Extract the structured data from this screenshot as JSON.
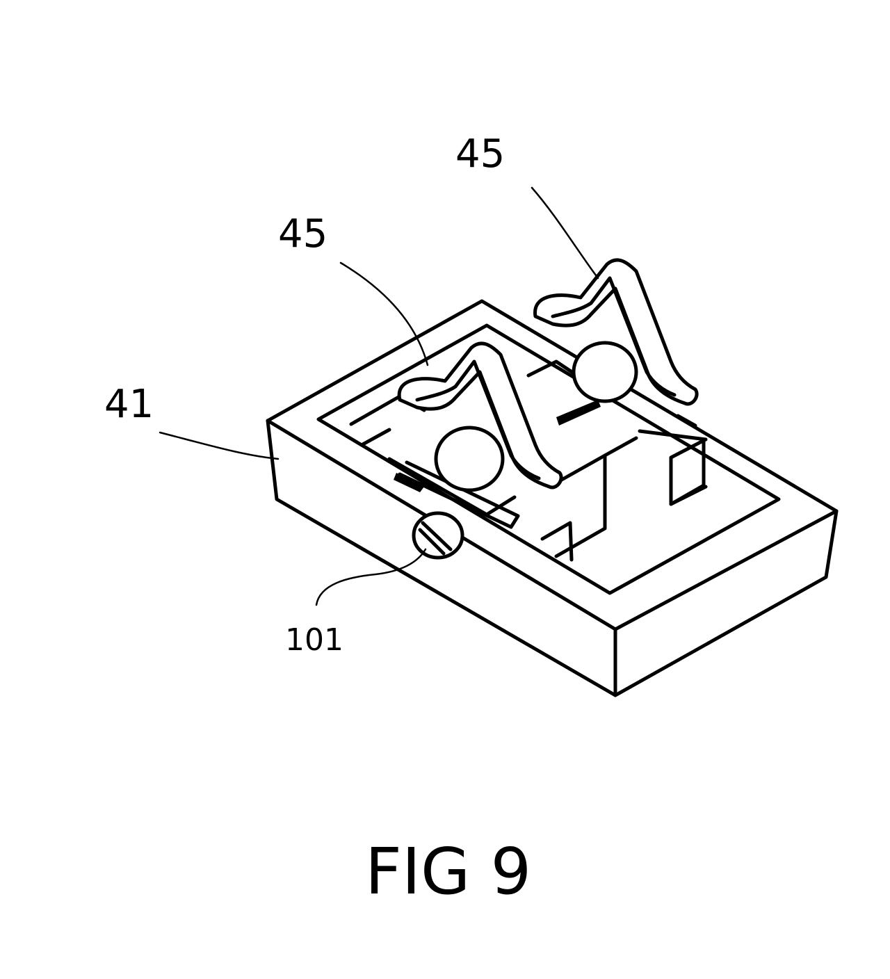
{
  "figure": {
    "caption": "FIG 9",
    "labels": {
      "housing": "41",
      "clip_left": "45",
      "clip_right": "45",
      "screw": "101"
    }
  }
}
